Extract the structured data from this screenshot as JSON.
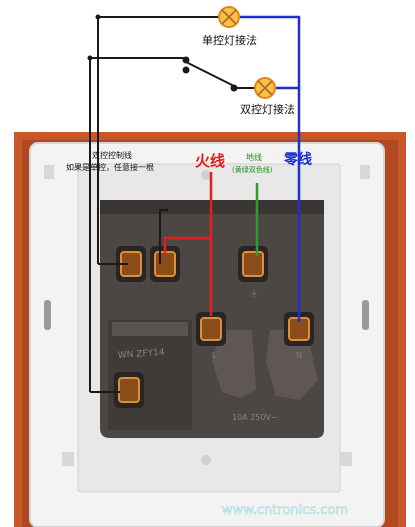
{
  "labels": {
    "single_control": "单控灯接法",
    "double_control": "双控灯接法",
    "dual_line_1": "双控控制线",
    "dual_line_2": "如果是单控，任意接一根",
    "fire_line": "火线",
    "ground_line": "地线",
    "ground_line_note": "(黄绿双色线)",
    "neutral_line": "零线",
    "socket_model": "WN ZFY14",
    "rating": "10A 250V~",
    "pin_live": "L",
    "pin_neutral": "N",
    "pin_earth": "⏚",
    "watermark": "www.cntronics.com"
  },
  "colors": {
    "control_wire": "#1a1a1a",
    "live_wire": "#e0201b",
    "earth_wire": "#2aa02a",
    "neutral_wire": "#1f2fd0",
    "lamp": "#f4a620",
    "frame_orange": "#c8582a",
    "plate_white": "#f2f2f2",
    "socket_body": "#4d4744"
  }
}
